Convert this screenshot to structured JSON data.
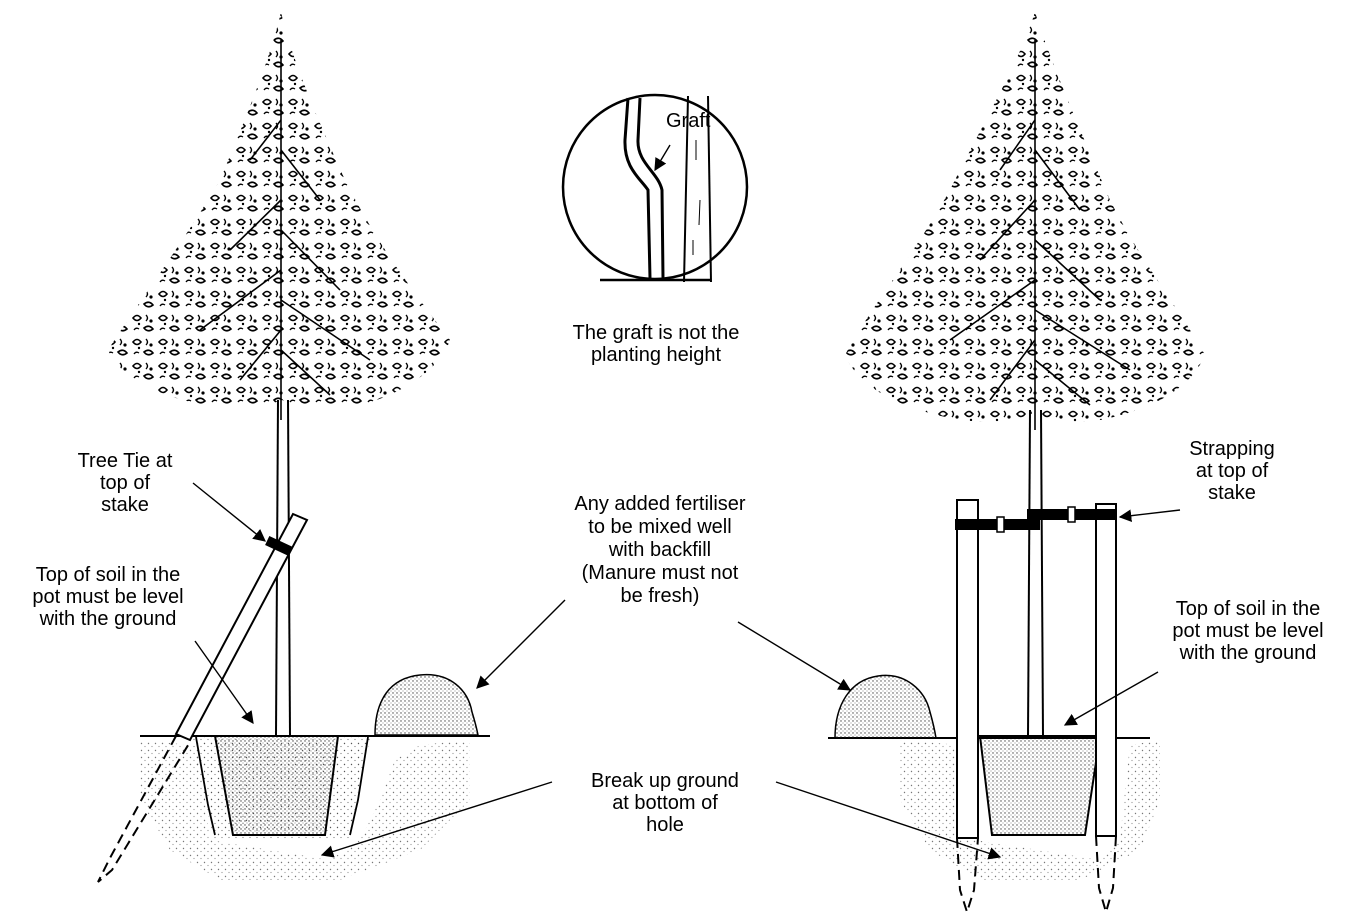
{
  "labels": {
    "graft": "Graft",
    "graft_note": "The graft is not the\nplanting height",
    "tree_tie": "Tree Tie at\ntop  of\nstake",
    "soil_left": "Top of soil in the\npot must be level\nwith the ground",
    "fertiliser": "Any added fertiliser\nto be mixed well\nwith backfill\n(Manure must not\nbe fresh)",
    "break_ground": "Break up ground\nat bottom  of\nhole",
    "strapping": "Strapping\nat top of\nstake",
    "soil_right": "Top of soil in the\npot must be level\nwith the ground"
  },
  "colors": {
    "ink": "#000000",
    "background": "#ffffff",
    "soil": "#9a9a9a"
  }
}
